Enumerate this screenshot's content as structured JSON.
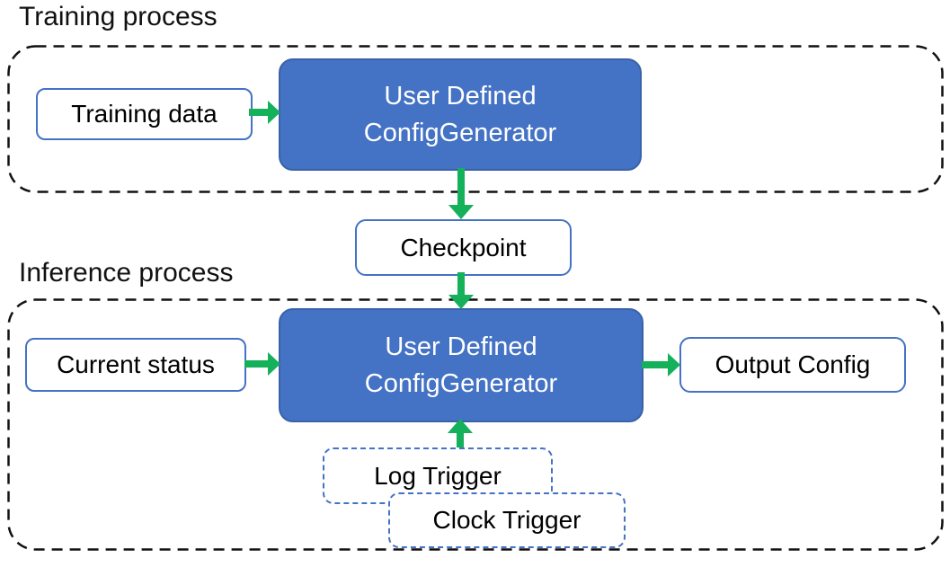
{
  "colors": {
    "generator_fill": "#4472C4",
    "generator_border": "#3A62A8",
    "box_border_blue": "#4472C4",
    "trigger_dash_blue": "#4472C4",
    "arrow_green": "#14B05A",
    "container_dash": "#111111",
    "text_on_blue": "#FFFFFF",
    "text_dark": "#000000"
  },
  "training": {
    "title": "Training process",
    "data_box_label": "Training data",
    "generator": {
      "line1": "User Defined",
      "line2": "ConfigGenerator"
    }
  },
  "checkpoint_label": "Checkpoint",
  "inference": {
    "title": "Inference process",
    "status_box_label": "Current status",
    "generator": {
      "line1": "User Defined",
      "line2": "ConfigGenerator"
    },
    "output_box_label": "Output Config",
    "log_trigger_label": "Log Trigger",
    "clock_trigger_label": "Clock Trigger"
  },
  "arrows": [
    {
      "name": "training-data-to-generator",
      "direction": "right"
    },
    {
      "name": "training-generator-to-checkpoint",
      "direction": "down"
    },
    {
      "name": "checkpoint-to-inference-generator",
      "direction": "down"
    },
    {
      "name": "current-status-to-generator",
      "direction": "right"
    },
    {
      "name": "generator-to-output-config",
      "direction": "right"
    },
    {
      "name": "log-trigger-to-generator",
      "direction": "up"
    }
  ]
}
